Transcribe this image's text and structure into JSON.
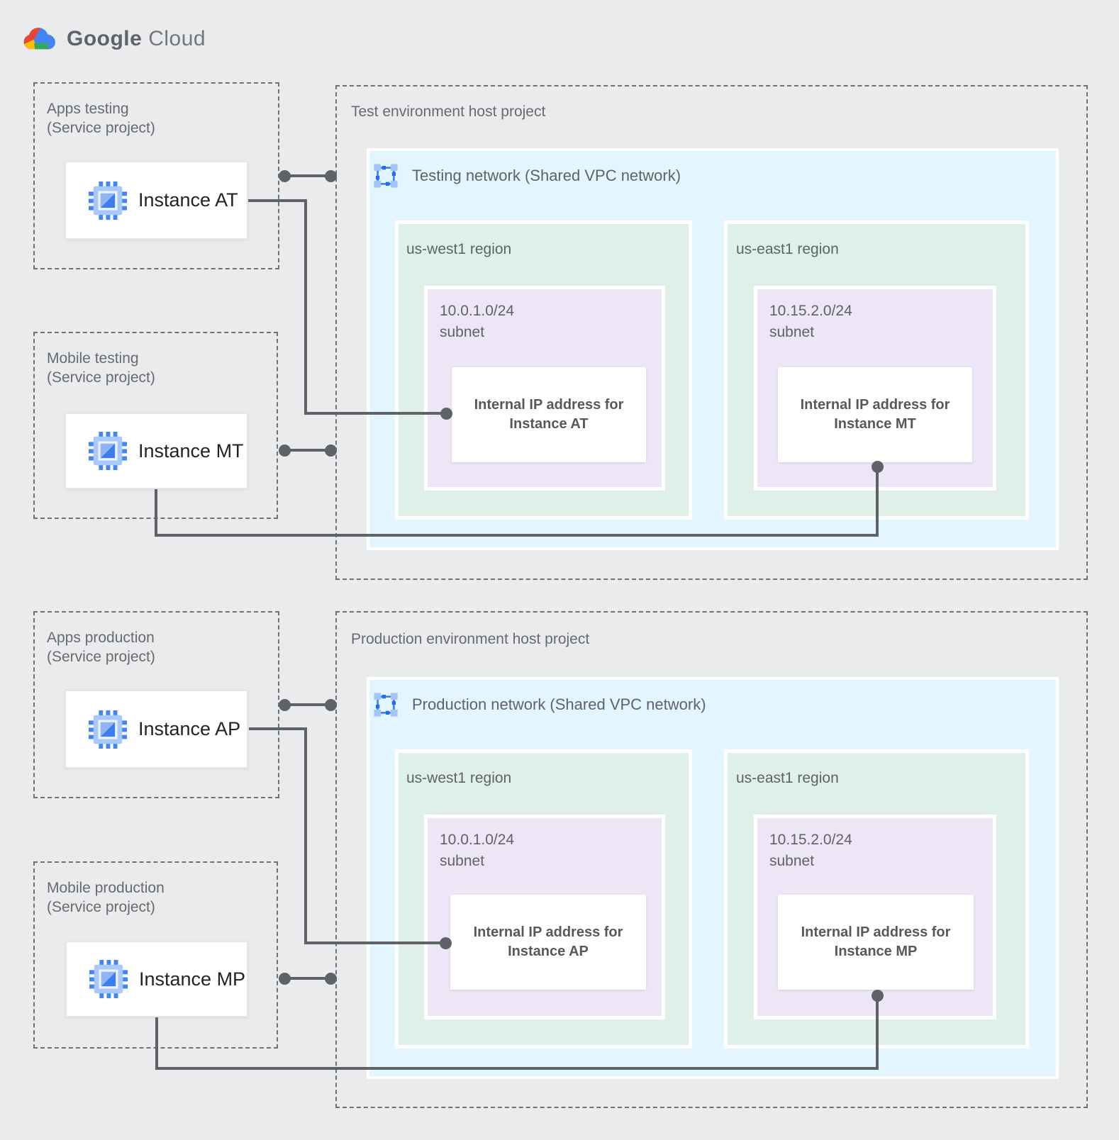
{
  "background": "#E9EBED",
  "logo": {
    "brand": "Google",
    "product": "Cloud"
  },
  "palette": {
    "network_blue": "#E3F5FE",
    "region_green": "#DFF0E8",
    "subnet_purple": "#EDE6F7",
    "connector_gray": "#5F6368",
    "icon_blue": "#4285F4",
    "icon_blue_light": "#A9C8FB",
    "logo_red": "#EA4335",
    "logo_yellow": "#FBBC04",
    "logo_green": "#34A853"
  },
  "service_projects": {
    "apps_testing": {
      "title": "Apps testing",
      "subtitle": "(Service project)",
      "instance_label": "Instance AT"
    },
    "mobile_testing": {
      "title": "Mobile testing",
      "subtitle": "(Service project)",
      "instance_label": "Instance MT"
    },
    "apps_production": {
      "title": "Apps production",
      "subtitle": "(Service project)",
      "instance_label": "Instance AP"
    },
    "mobile_production": {
      "title": "Mobile production",
      "subtitle": "(Service project)",
      "instance_label": "Instance MP"
    }
  },
  "host_projects": {
    "test": {
      "title": "Test environment host project",
      "network_label": "Testing network (Shared VPC network)",
      "regions": [
        {
          "name": "us-west1 region",
          "subnet_cidr": "10.0.1.0/24",
          "subnet_word": "subnet",
          "ip_line1": "Internal IP address for",
          "ip_line2": "Instance AT"
        },
        {
          "name": "us-east1 region",
          "subnet_cidr": "10.15.2.0/24",
          "subnet_word": "subnet",
          "ip_line1": "Internal IP address for",
          "ip_line2": "Instance MT"
        }
      ]
    },
    "production": {
      "title": "Production environment host project",
      "network_label": "Production network (Shared VPC network)",
      "regions": [
        {
          "name": "us-west1 region",
          "subnet_cidr": "10.0.1.0/24",
          "subnet_word": "subnet",
          "ip_line1": "Internal IP address for",
          "ip_line2": "Instance AP"
        },
        {
          "name": "us-east1 region",
          "subnet_cidr": "10.15.2.0/24",
          "subnet_word": "subnet",
          "ip_line1": "Internal IP address for",
          "ip_line2": "Instance MP"
        }
      ]
    }
  }
}
